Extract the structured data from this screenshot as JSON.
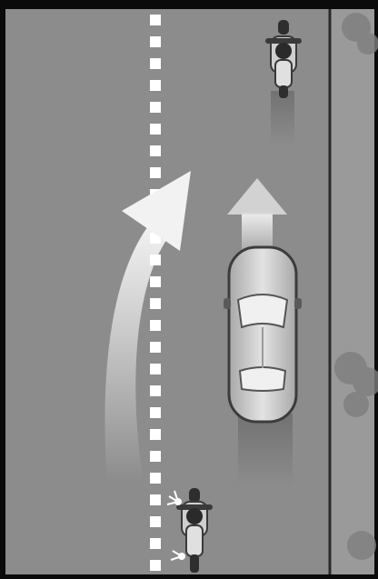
{
  "illustration": {
    "subject": "motorcycle-passing-car",
    "palette": {
      "frame": "#0b0b0b",
      "road": "#8c8c8c",
      "road_edge_line": "#2a2a2a",
      "lane_marking": "#ffffff",
      "verge": "#9a9a9a",
      "car_body": "#c9c9c9",
      "arrow": "#e6e6e6"
    },
    "arrows": [
      "curved-passing-arrow",
      "straight-up-arrow"
    ],
    "vehicles": [
      "motorcycle-ahead",
      "car",
      "motorcycle-passing"
    ]
  }
}
